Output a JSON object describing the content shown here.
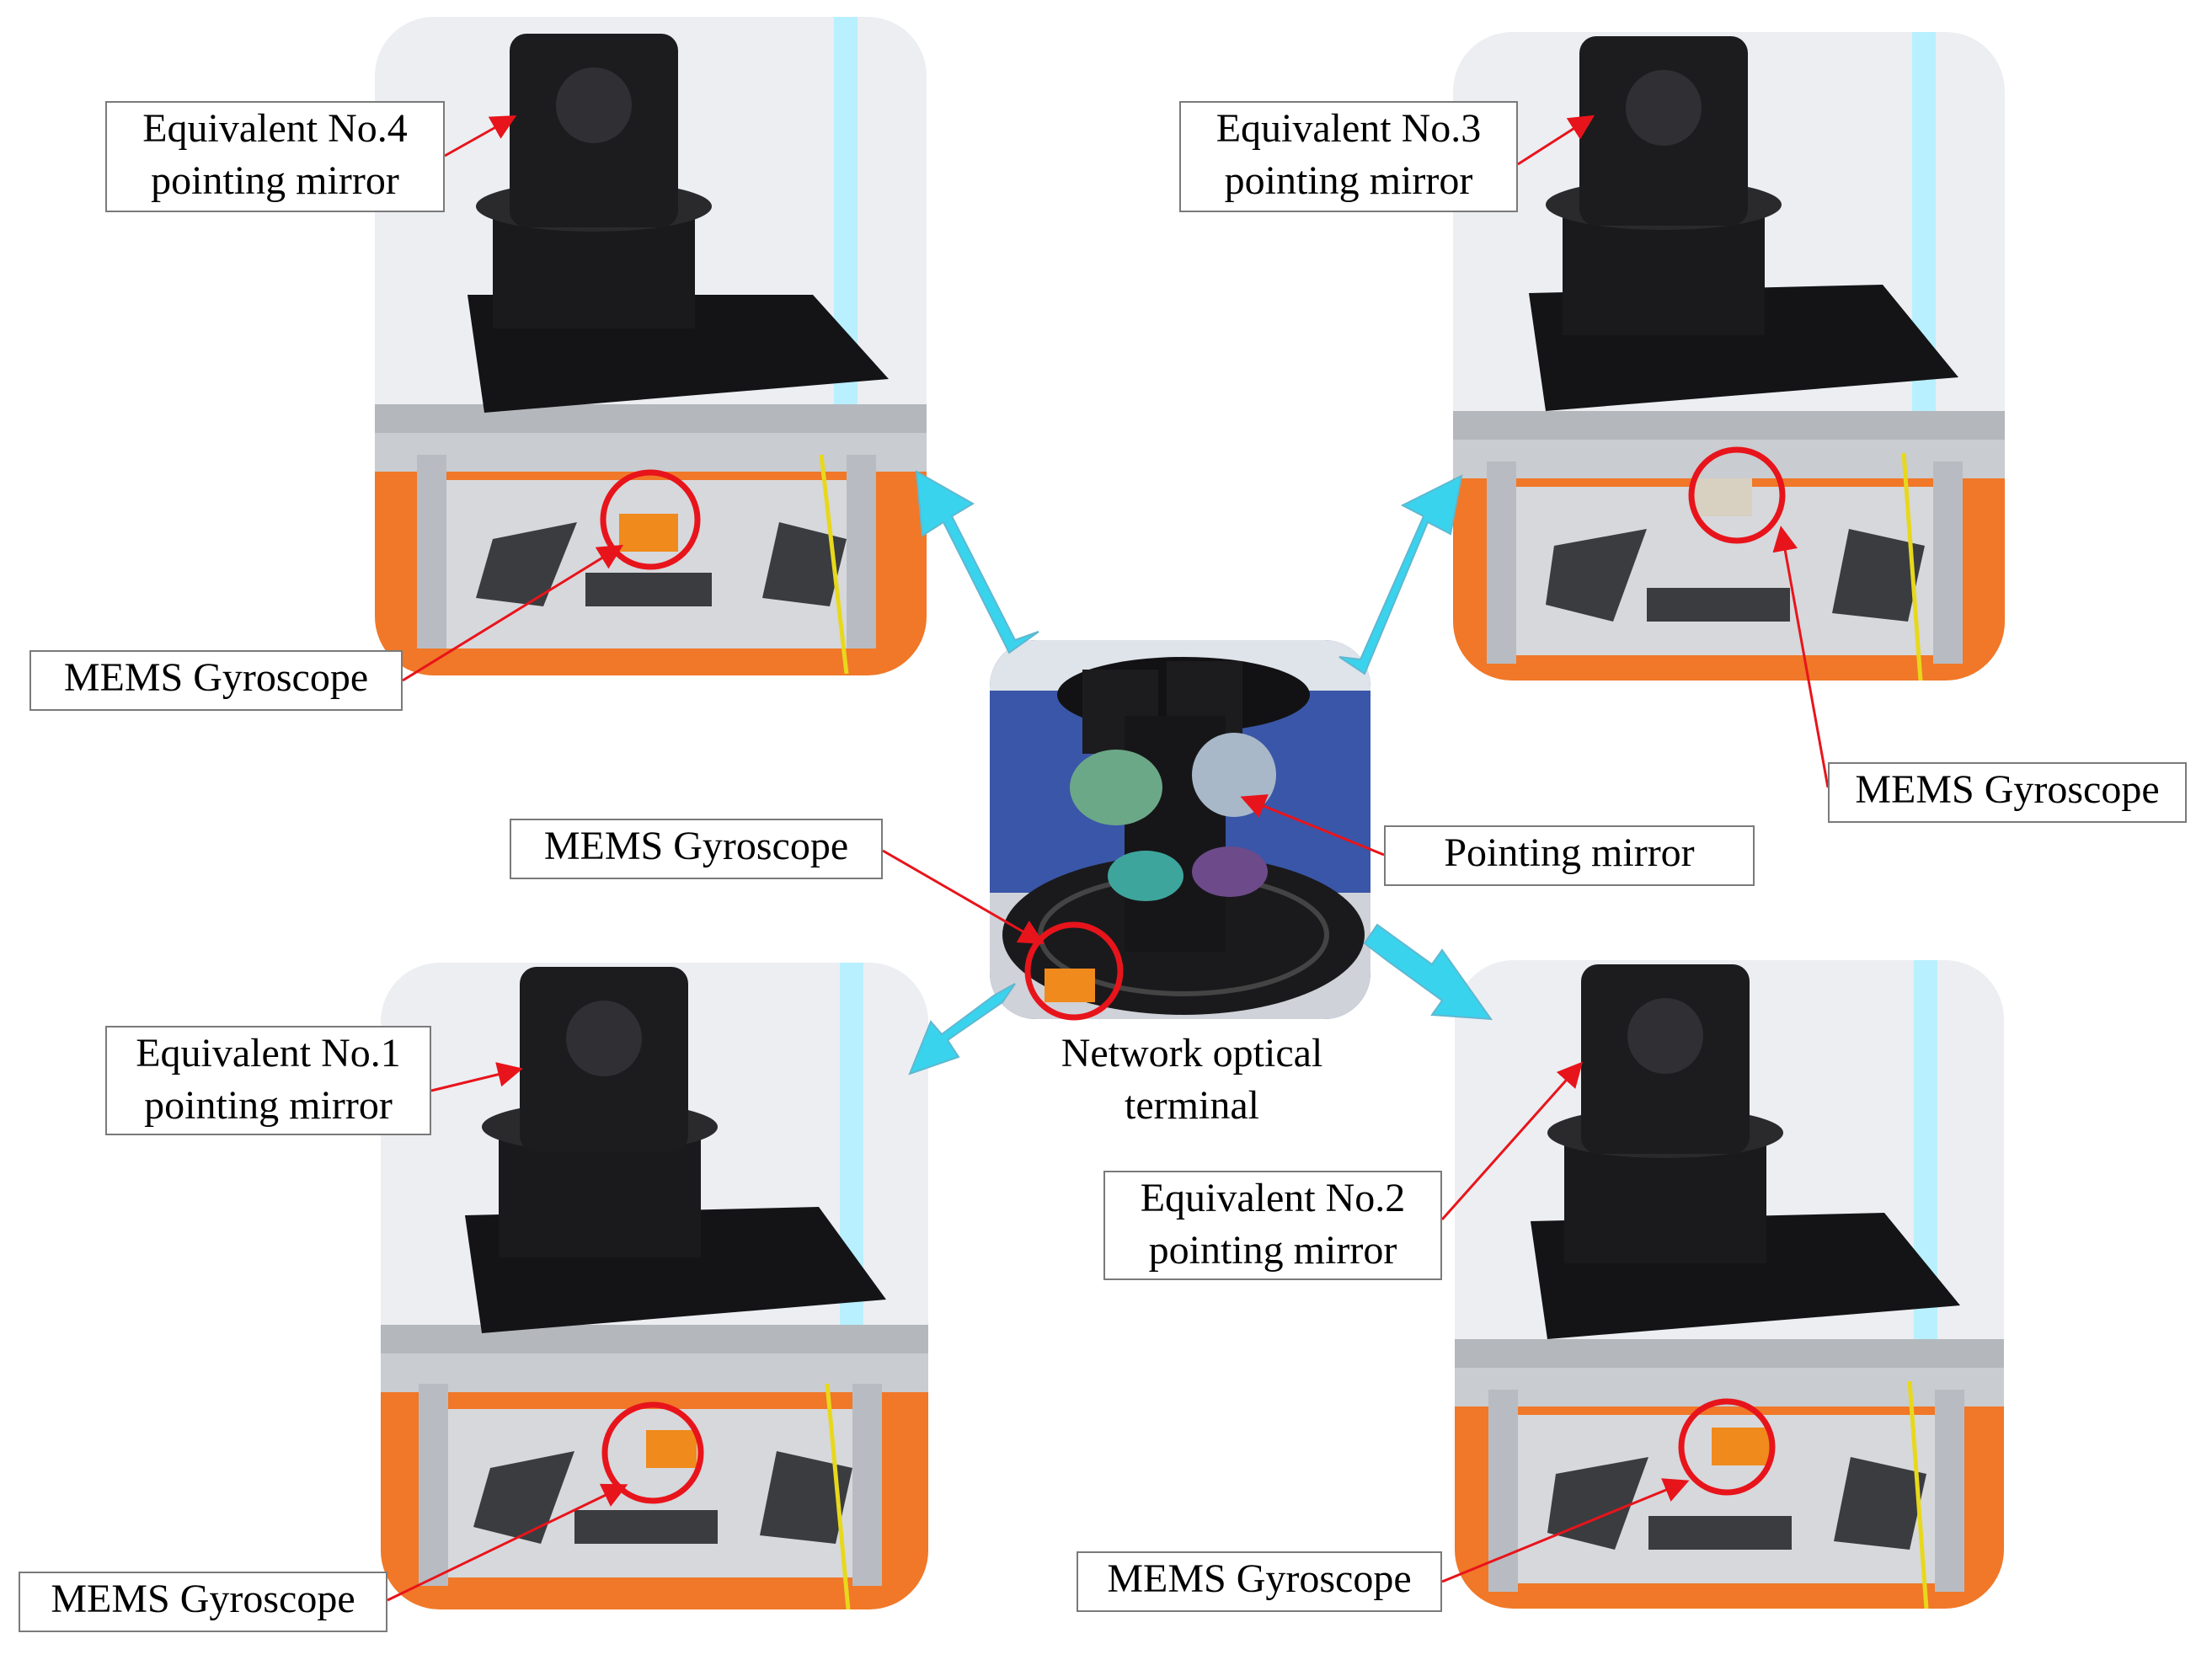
{
  "labels": {
    "eq4": [
      "Equivalent No.4",
      "pointing mirror"
    ],
    "eq3": [
      "Equivalent No.3",
      "pointing mirror"
    ],
    "eq1": [
      "Equivalent No.1",
      "pointing mirror"
    ],
    "eq2": [
      "Equivalent No.2",
      "pointing mirror"
    ],
    "gyro_tl": "MEMS Gyroscope",
    "gyro_tr": "MEMS Gyroscope",
    "gyro_center": "MEMS Gyroscope",
    "gyro_bl": "MEMS Gyroscope",
    "gyro_br": "MEMS Gyroscope",
    "pointing_mirror": "Pointing mirror",
    "terminal": [
      "Network optical",
      "terminal"
    ]
  },
  "colors": {
    "arrow_fill": "#39d3ee",
    "callout_red": "#e8141b",
    "label_border": "#7a7a7a"
  }
}
